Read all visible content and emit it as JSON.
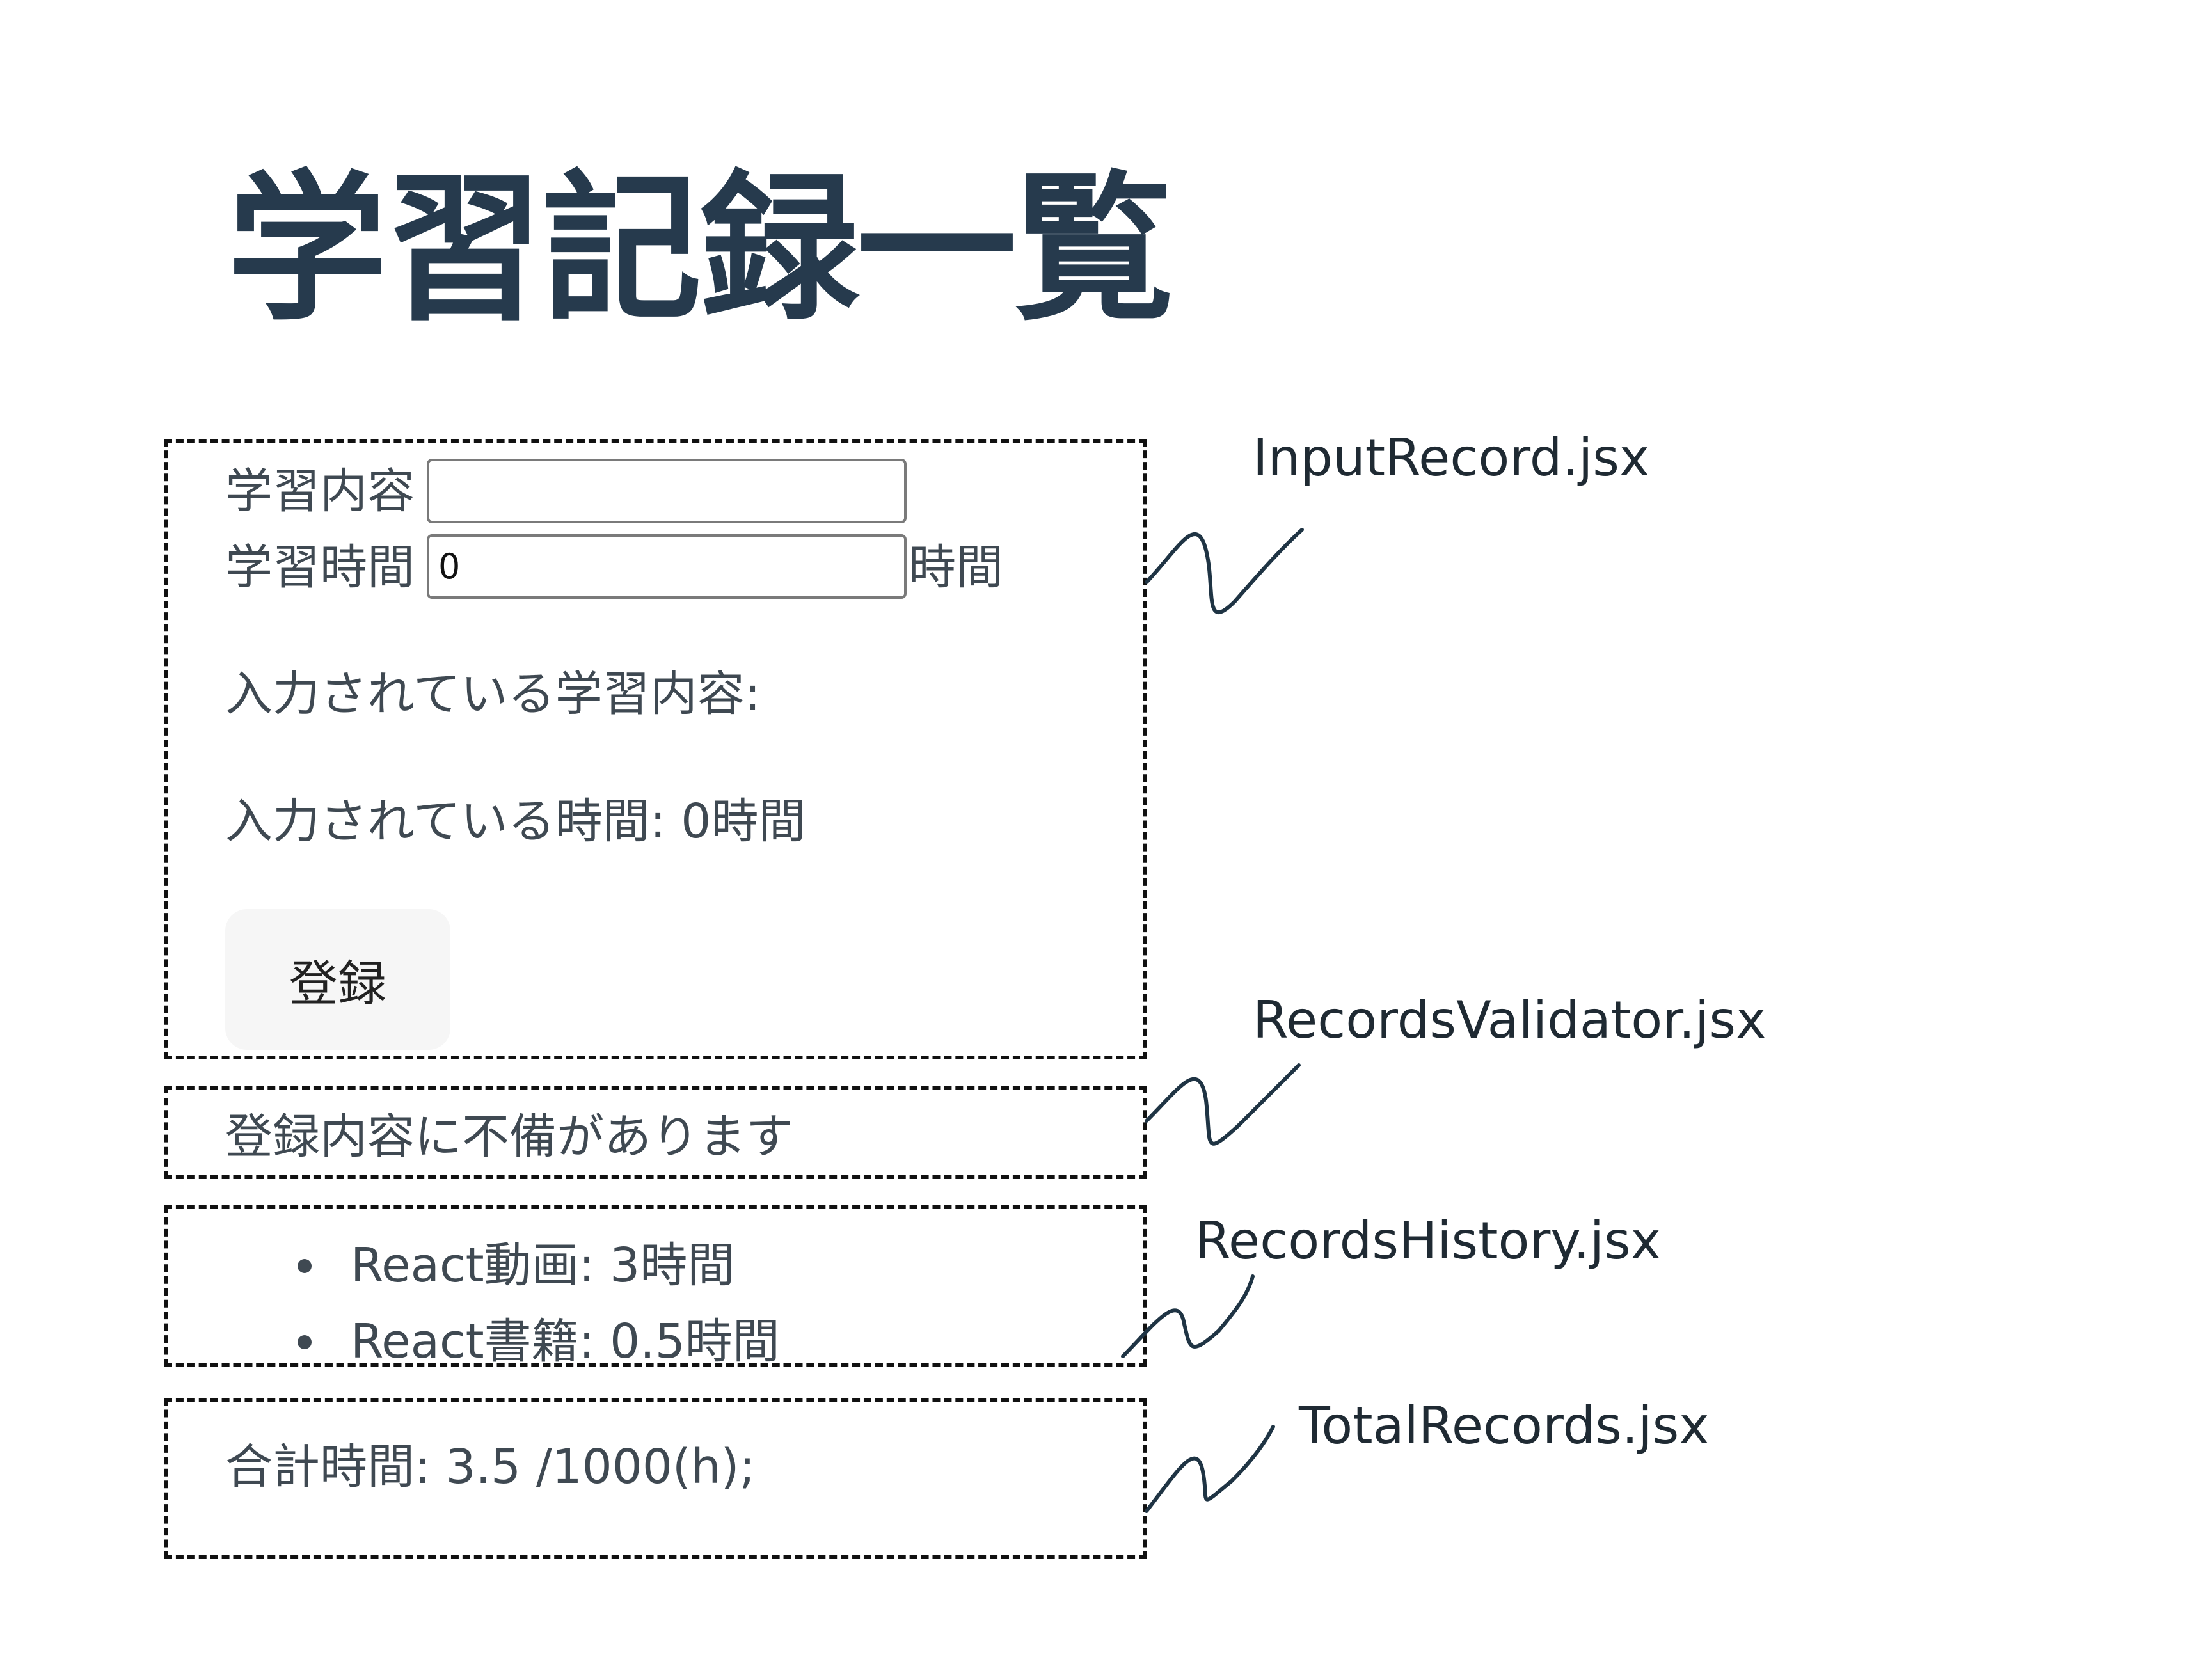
{
  "page_title": "学習記録一覧",
  "input_record": {
    "content_label": "学習内容",
    "content_value": "",
    "time_label": "学習時間",
    "time_value": "0",
    "time_unit": "時間",
    "entered_content_text": "入力されている学習内容:",
    "entered_time_text": "入力されている時間: 0時間",
    "register_button_label": "登録"
  },
  "validator": {
    "message": "登録内容に不備があります"
  },
  "history": {
    "items": [
      "React動画: 3時間",
      "React書籍: 0.5時間"
    ]
  },
  "total": {
    "text": "合計時間: 3.5 /1000(h);"
  },
  "annotations": {
    "input_record_file": "InputRecord.jsx",
    "validator_file": "RecordsValidator.jsx",
    "history_file": "RecordsHistory.jsx",
    "total_file": "TotalRecords.jsx"
  },
  "colors": {
    "title": "#263a4d",
    "body_text": "#3f4952",
    "annotation_line": "#1f3444",
    "dashed_border": "#111111",
    "button_bg": "#f6f6f6"
  }
}
